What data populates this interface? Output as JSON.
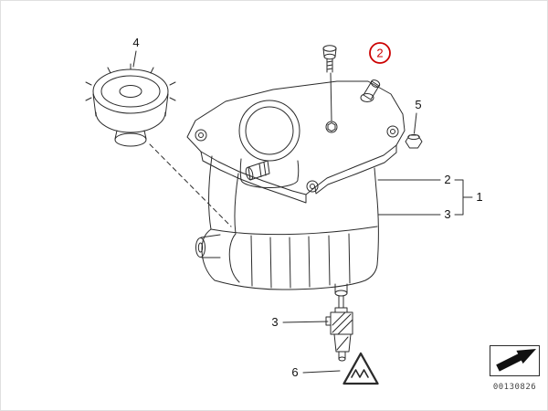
{
  "diagram": {
    "callouts": {
      "cap_label": "4",
      "screw_circled_label": "2",
      "nut_label": "5",
      "right_top_label": "2",
      "right_main_label": "1",
      "right_bottom_label": "3",
      "sensor_label": "3",
      "warning_label": "6"
    },
    "footer": {
      "part_number": "00130826"
    },
    "colors": {
      "highlight": "#cc0000",
      "line": "#2b2b2b",
      "background": "#ffffff"
    }
  }
}
